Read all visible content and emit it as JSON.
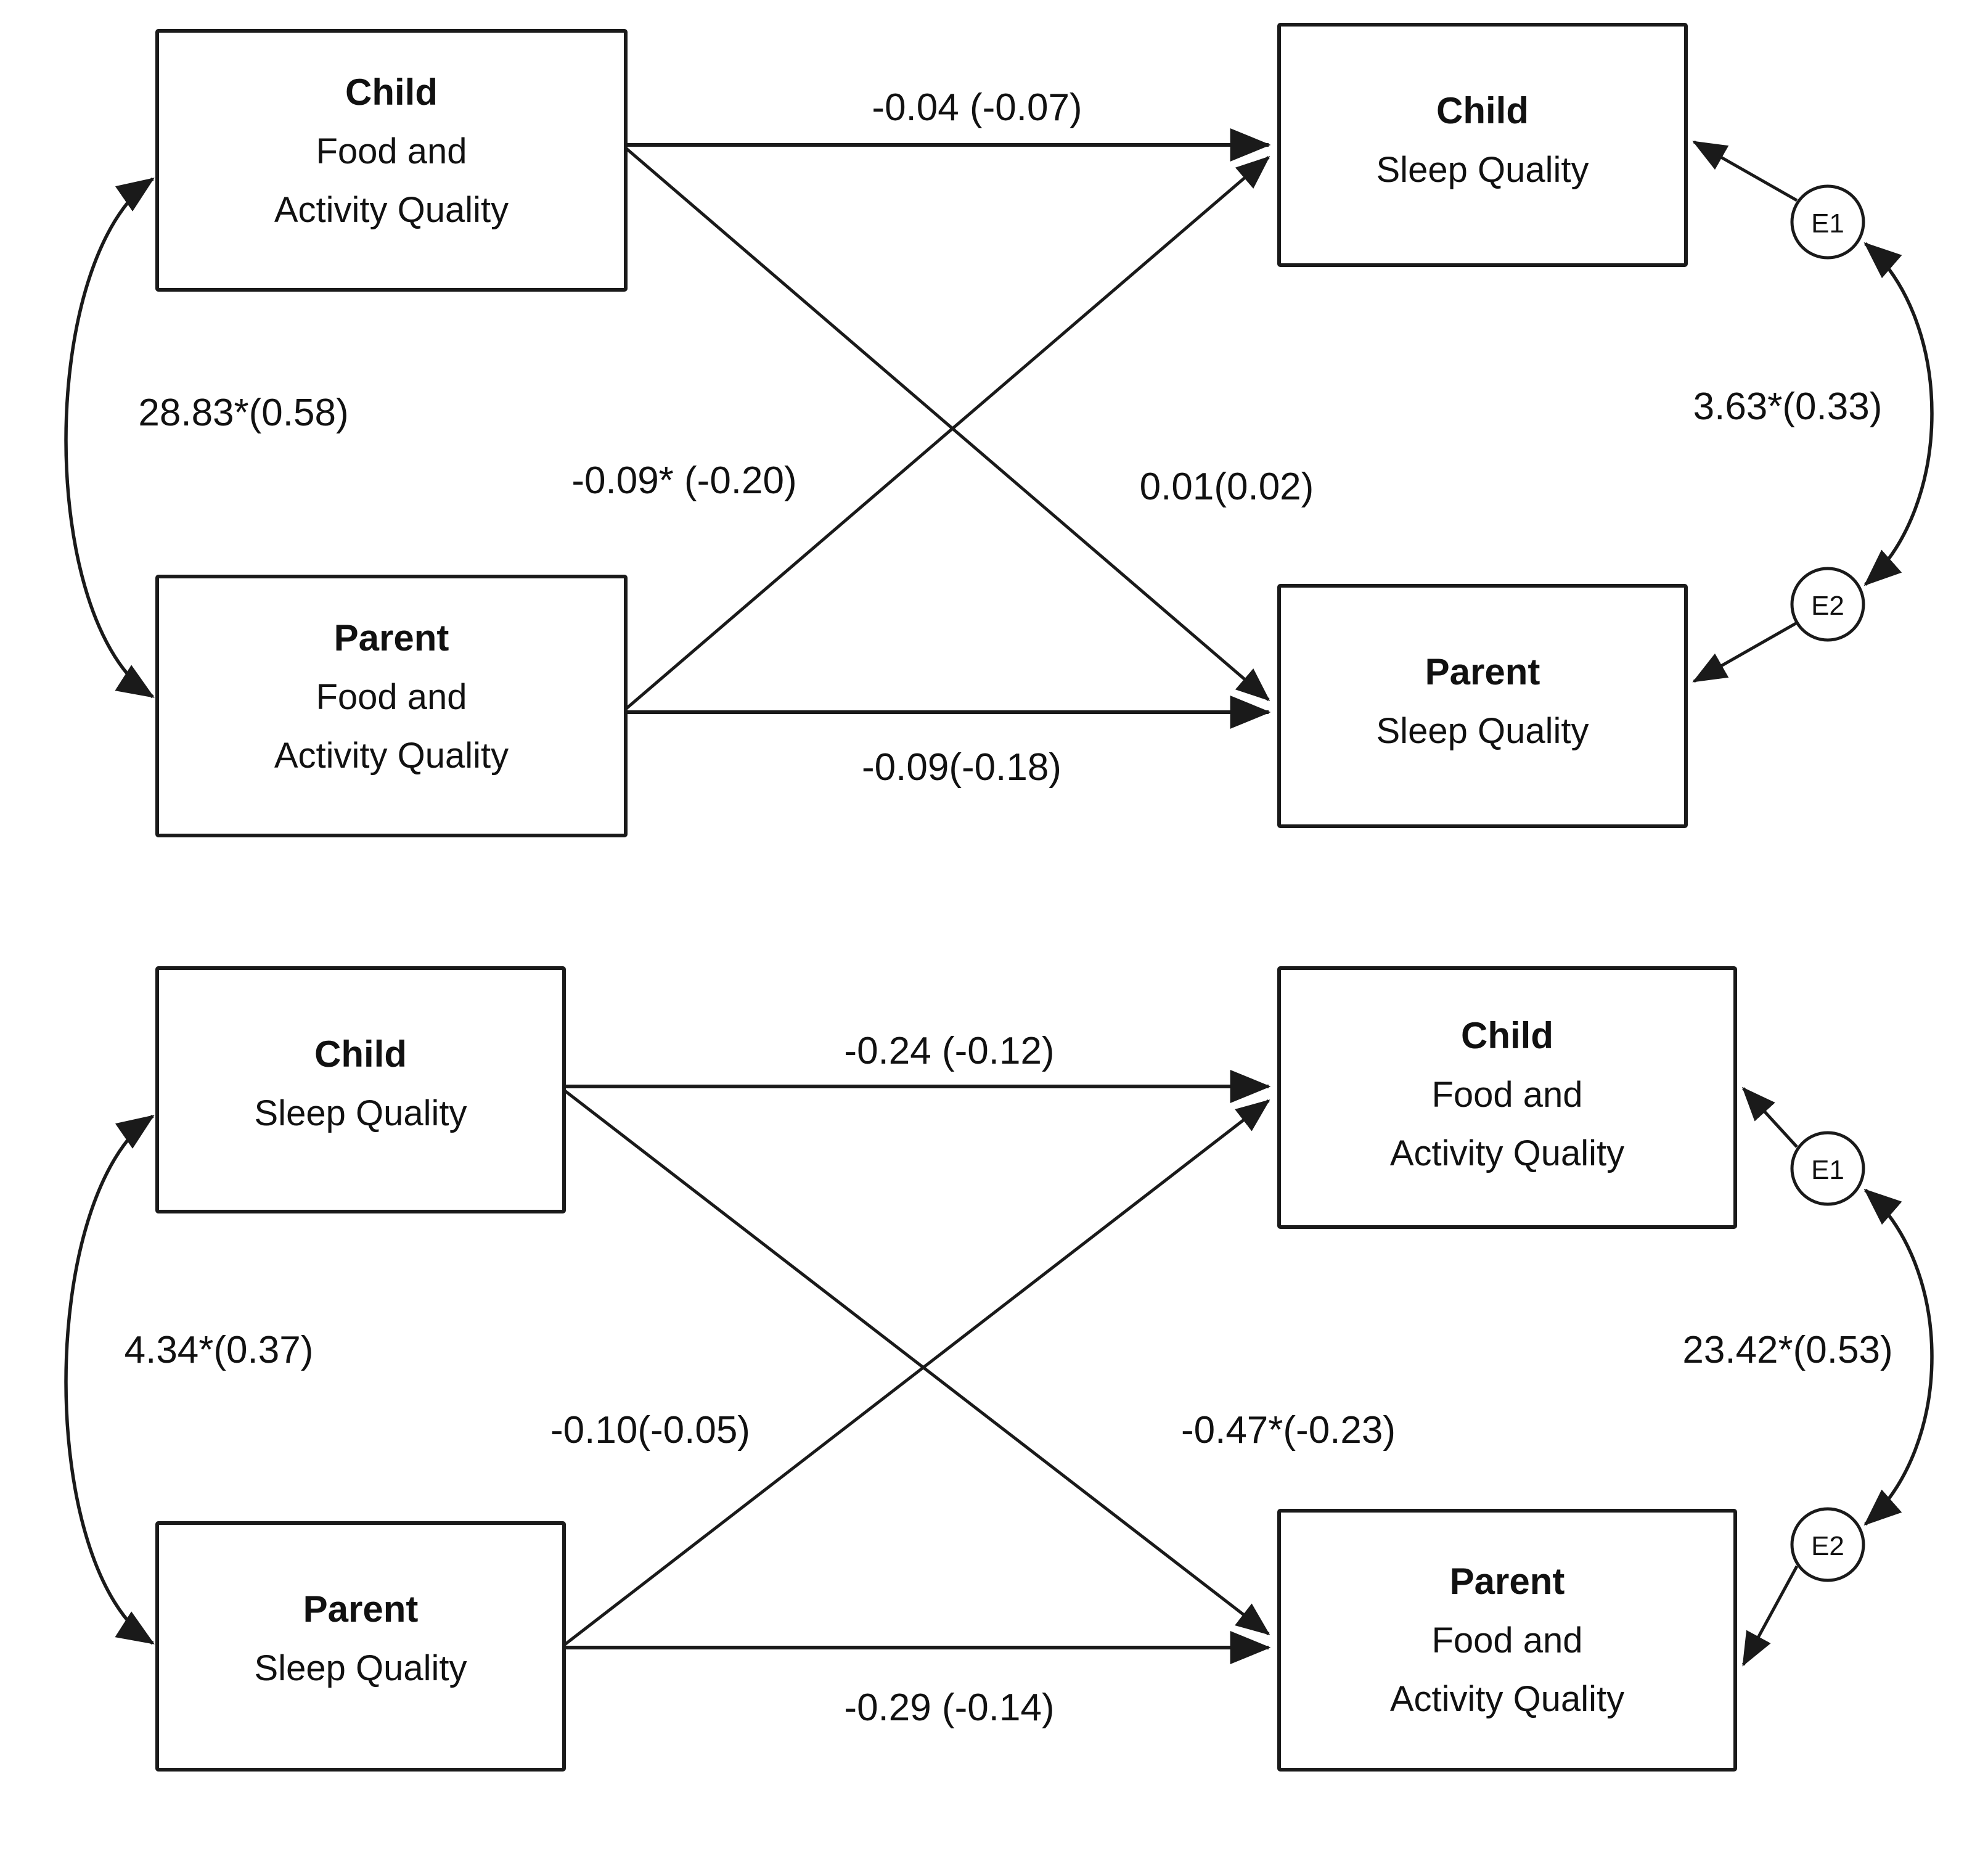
{
  "figure": {
    "type": "path-diagram",
    "background_color": "#ffffff",
    "line_color": "#1a1a1a",
    "text_color": "#111111",
    "note": "Cross-lagged panel path diagram; values shown as unstandardized estimate with standardized estimate in parentheses; asterisk marks statistical significance."
  },
  "panels": [
    {
      "id": "panel-top",
      "nodes": {
        "top_left": {
          "title": "Child",
          "line2": "Food and",
          "line3": "Activity Quality"
        },
        "bottom_left": {
          "title": "Parent",
          "line2": "Food and",
          "line3": "Activity Quality"
        },
        "top_right": {
          "title": "Child",
          "line2": "Sleep Quality",
          "line3": ""
        },
        "bottom_right": {
          "title": "Parent",
          "line2": "Sleep Quality",
          "line3": ""
        }
      },
      "errors": [
        {
          "id": "E1",
          "label": "E1"
        },
        {
          "id": "E2",
          "label": "E2"
        }
      ],
      "paths": [
        {
          "id": "auto-top",
          "from": "top_left",
          "to": "top_right",
          "label": "-0.04 (-0.07)"
        },
        {
          "id": "auto-bottom",
          "from": "bottom_left",
          "to": "bottom_right",
          "label": "-0.09(-0.18)"
        },
        {
          "id": "cross-down",
          "from": "top_left",
          "to": "bottom_right",
          "label": "0.01(0.02)"
        },
        {
          "id": "cross-up",
          "from": "bottom_left",
          "to": "top_right",
          "label": "-0.09* (-0.20)"
        },
        {
          "id": "covar-left",
          "from": "top_left",
          "to": "bottom_left",
          "label": "28.83*(0.58)"
        },
        {
          "id": "covar-right",
          "from": "E1",
          "to": "E2",
          "label": "3.63*(0.33)"
        }
      ]
    },
    {
      "id": "panel-bottom",
      "nodes": {
        "top_left": {
          "title": "Child",
          "line2": "Sleep Quality",
          "line3": ""
        },
        "bottom_left": {
          "title": "Parent",
          "line2": "Sleep Quality",
          "line3": ""
        },
        "top_right": {
          "title": "Child",
          "line2": "Food and",
          "line3": "Activity Quality"
        },
        "bottom_right": {
          "title": "Parent",
          "line2": "Food and",
          "line3": "Activity Quality"
        }
      },
      "errors": [
        {
          "id": "E1",
          "label": "E1"
        },
        {
          "id": "E2",
          "label": "E2"
        }
      ],
      "paths": [
        {
          "id": "auto-top",
          "from": "top_left",
          "to": "top_right",
          "label": "-0.24 (-0.12)"
        },
        {
          "id": "auto-bottom",
          "from": "bottom_left",
          "to": "bottom_right",
          "label": "-0.29 (-0.14)"
        },
        {
          "id": "cross-down",
          "from": "top_left",
          "to": "bottom_right",
          "label": "-0.47*(-0.23)"
        },
        {
          "id": "cross-up",
          "from": "bottom_left",
          "to": "top_right",
          "label": "-0.10(-0.05)"
        },
        {
          "id": "covar-left",
          "from": "top_left",
          "to": "bottom_left",
          "label": "4.34*(0.37)"
        },
        {
          "id": "covar-right",
          "from": "E1",
          "to": "E2",
          "label": "23.42*(0.53)"
        }
      ]
    }
  ]
}
